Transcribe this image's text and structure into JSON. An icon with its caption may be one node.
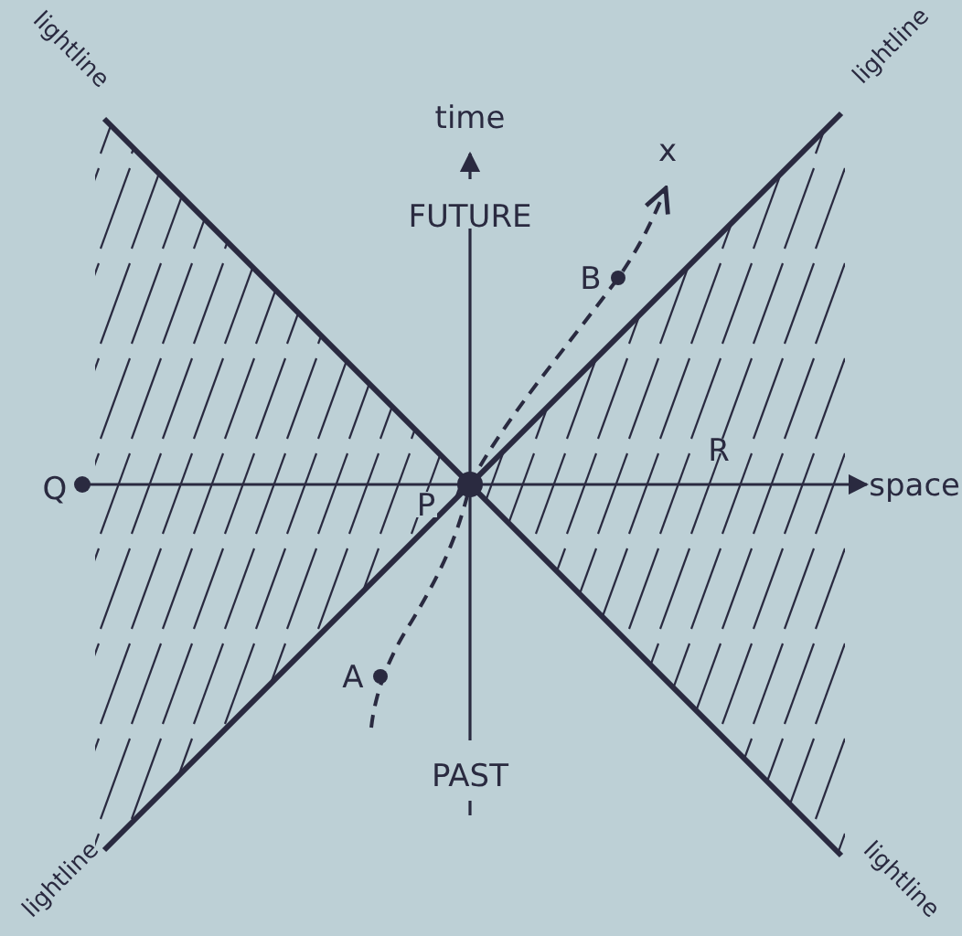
{
  "diagram": {
    "labels": [
      "lightline",
      "time",
      "lightline",
      "x",
      "FUTURE",
      "B",
      "R",
      "Q",
      "space",
      "P",
      "A",
      "PAST",
      "lightline",
      "lightline"
    ]
  }
}
